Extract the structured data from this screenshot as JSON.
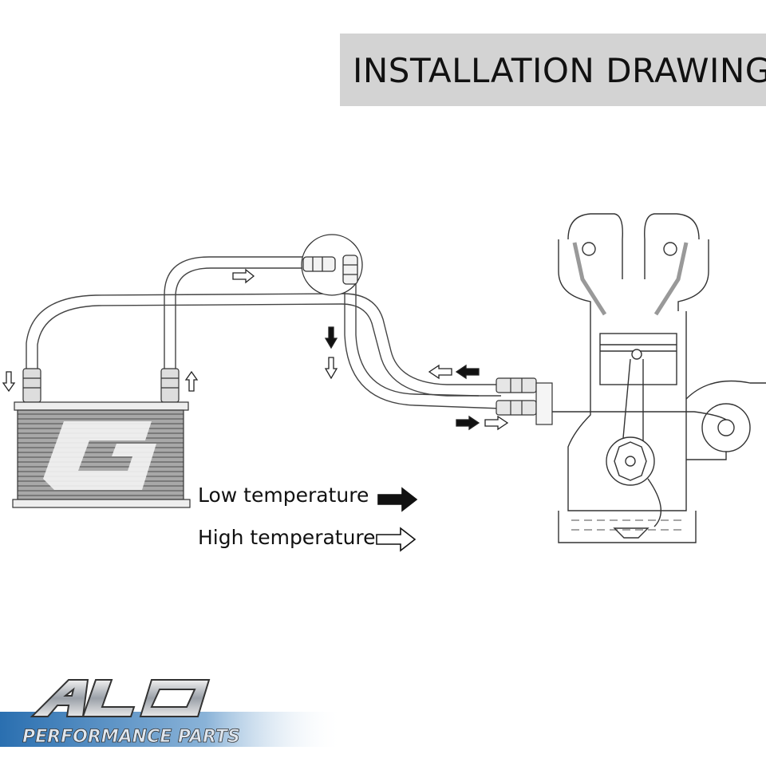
{
  "title": "INSTALLATION DRAWING",
  "legend": {
    "low_temperature": "Low temperature",
    "high_temperature": "High temperature"
  },
  "logo": {
    "brand": "ALO",
    "tagline": "PERFORMANCE PARTS"
  },
  "colors": {
    "title_bg": "#d3d3d3",
    "line": "#333333",
    "cooler_fill": "#9a9a9a",
    "logo_blue": "#2a6fb0"
  },
  "icons": [
    "oil-cooler-icon",
    "engine-cutaway-icon",
    "fitting-icon",
    "arrow-icon"
  ]
}
